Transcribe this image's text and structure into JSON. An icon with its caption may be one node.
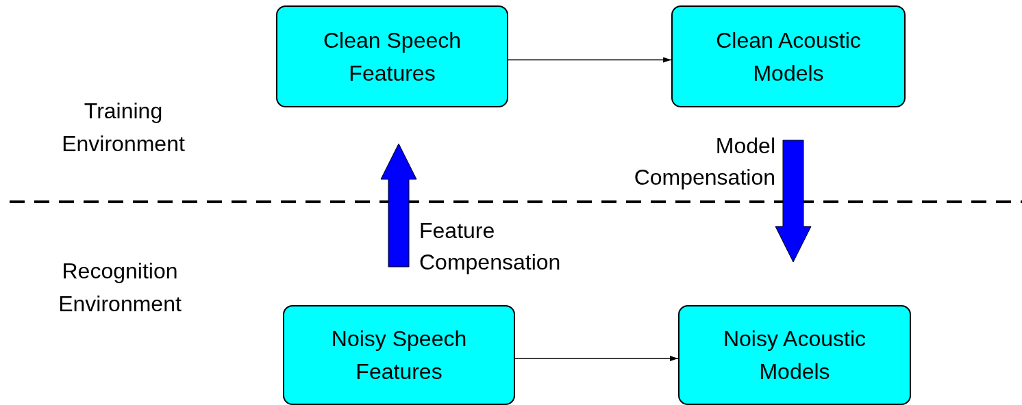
{
  "diagram": {
    "nodes": [
      {
        "text": [
          "Clean Speech Features"
        ]
      },
      {
        "text": [
          "Clean Acoustic Models"
        ]
      },
      {
        "text": [
          "Noisy Speech Features"
        ]
      },
      {
        "text": [
          "Noisy Acoustic Models"
        ]
      }
    ],
    "edges": [
      {
        "from": 0,
        "to": 1,
        "arrow": "to"
      },
      {
        "from": 2,
        "to": 3,
        "arrow": "to"
      },
      {
        "from": 2,
        "to": 0,
        "arrow": "to",
        "label": "Feature Compensation",
        "style": "thick",
        "color": "#0000ff"
      },
      {
        "from": 1,
        "to": 3,
        "arrow": "to",
        "label": "Model Compensation",
        "style": "thick",
        "color": "#0000ff"
      }
    ],
    "labels": [
      "Training Environment",
      "Recognition Environment"
    ]
  }
}
